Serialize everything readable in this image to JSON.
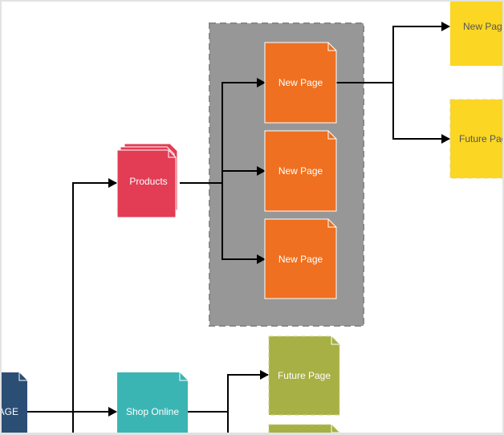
{
  "colors": {
    "background": "#ffffff",
    "group_fill": "#979797",
    "connector": "#000000",
    "orange": "#ee7020",
    "red": "#e23d55",
    "teal": "#3bb5b3",
    "olive": "#a6b044",
    "yellow": "#fbd623",
    "navy": "#2b4e75"
  },
  "nodes": {
    "home": {
      "label": "AGE",
      "icon": "page-icon"
    },
    "products": {
      "label": "Products",
      "icon": "page-stack-icon"
    },
    "shop_online": {
      "label": "Shop Online",
      "icon": "page-icon"
    },
    "group_pages": [
      {
        "label": "New Page",
        "icon": "page-icon"
      },
      {
        "label": "New Page",
        "icon": "page-icon"
      },
      {
        "label": "New Page",
        "icon": "page-icon"
      }
    ],
    "right_top": {
      "label": "New Pag",
      "icon": "page-icon"
    },
    "right_bottom": {
      "label": "Future Pag",
      "icon": "page-icon"
    },
    "future_page": {
      "label": "Future Page",
      "icon": "page-icon"
    },
    "future_page_2": {
      "label": "",
      "icon": "page-icon"
    }
  },
  "connections": [
    {
      "from": "home",
      "to": "products"
    },
    {
      "from": "home",
      "to": "shop_online"
    },
    {
      "from": "products",
      "to": "group_pages.0"
    },
    {
      "from": "products",
      "to": "group_pages.1"
    },
    {
      "from": "products",
      "to": "group_pages.2"
    },
    {
      "from": "group_pages.0",
      "to": "right_top"
    },
    {
      "from": "group_pages.0",
      "to": "right_bottom"
    },
    {
      "from": "shop_online",
      "to": "future_page"
    },
    {
      "from": "shop_online",
      "to": "future_page_2"
    }
  ]
}
